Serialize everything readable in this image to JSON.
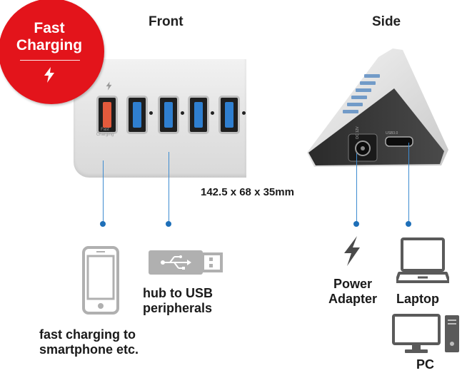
{
  "headings": {
    "front": "Front",
    "side": "Side"
  },
  "badge": {
    "line1": "Fast",
    "line2": "Charging",
    "color": "#e3141b"
  },
  "dimensions": "142.5 x 68 x 35mm",
  "front_port_label": {
    "line1": "Fast",
    "line2": "Charging"
  },
  "side_port_labels": {
    "dc": "DC 12V",
    "usb": "USB3.0"
  },
  "labels": {
    "smartphone": {
      "line1": "fast charging to",
      "line2": "smartphone etc."
    },
    "usb": {
      "line1": "hub to USB",
      "line2": "peripherals"
    },
    "power": {
      "line1": "Power",
      "line2": "Adapter"
    },
    "laptop": "Laptop",
    "pc": "PC"
  },
  "icons": [
    "lightning-icon",
    "smartphone-icon",
    "usb-stick-icon",
    "laptop-icon",
    "desktop-pc-icon"
  ],
  "colors": {
    "accent_blue": "#1e6fb8",
    "port_blue": "#2f7fd0",
    "port_red": "#e35a3c",
    "icon_gray": "#b0b0b0"
  }
}
